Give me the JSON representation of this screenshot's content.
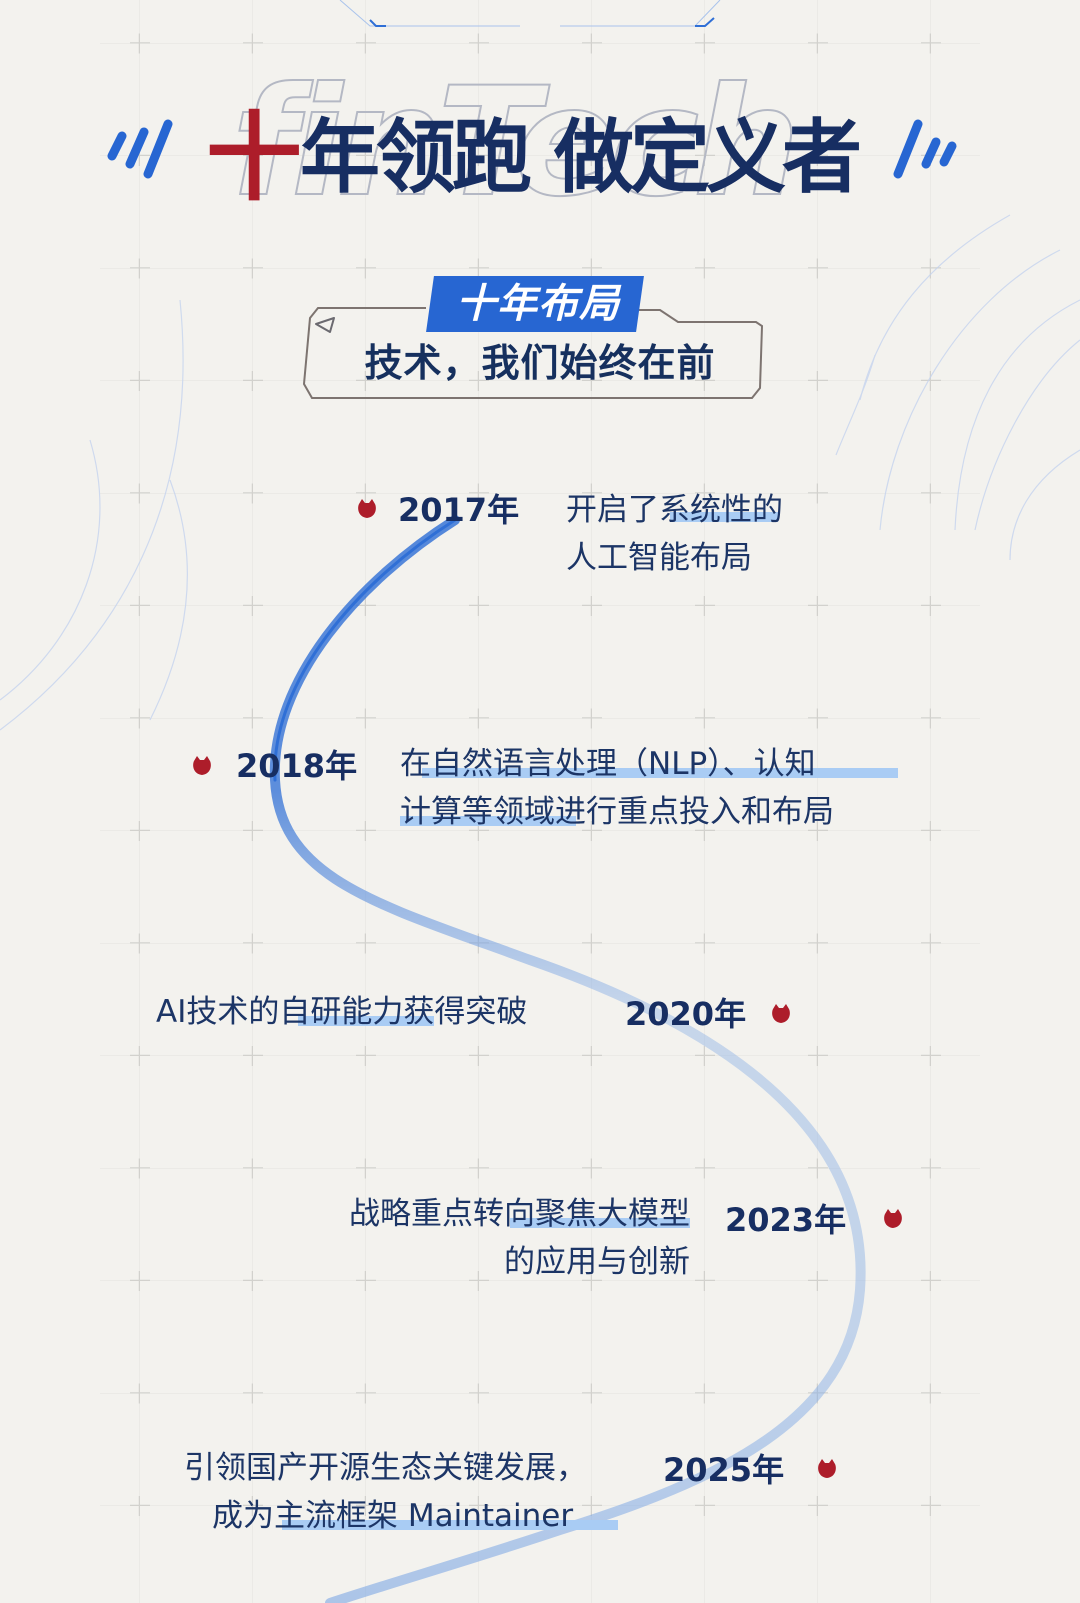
{
  "title": {
    "background_word": "finTech",
    "highlight_char": "十",
    "main_rest": "年领跑",
    "main_second": "做定义者",
    "colors": {
      "navy": "#172e62",
      "red": "#ad1d2a",
      "blue": "#2766d2"
    }
  },
  "section": {
    "tag": "十年布局",
    "subtitle": "技术，我们始终在前"
  },
  "timeline": [
    {
      "year": "2017年",
      "lines": [
        "开启了系统性的",
        "人工智能布局"
      ],
      "side": "right"
    },
    {
      "year": "2018年",
      "lines": [
        "在自然语言处理（NLP）、认知",
        "计算等领域进行重点投入和布局"
      ],
      "side": "right"
    },
    {
      "year": "2020年",
      "lines": [
        "AI技术的自研能力获得突破"
      ],
      "side": "left"
    },
    {
      "year": "2023年",
      "lines": [
        "战略重点转向聚焦大模型",
        "的应用与创新"
      ],
      "side": "left"
    },
    {
      "year": "2025年",
      "lines": [
        "引领国产开源生态关键发展，",
        "成为主流框架 Maintainer"
      ],
      "side": "left"
    }
  ],
  "icons": {
    "marker": "cat-head-marker-icon",
    "decor_left": "triple-slash-icon",
    "decor_right": "triple-slash-icon",
    "frame_corner": "triangle-arrow-icon"
  },
  "colors": {
    "background": "#f3f2ee",
    "curve": "#2f6fd6",
    "highlight": "#a9ccf4",
    "grid": "#d9d8d4"
  }
}
